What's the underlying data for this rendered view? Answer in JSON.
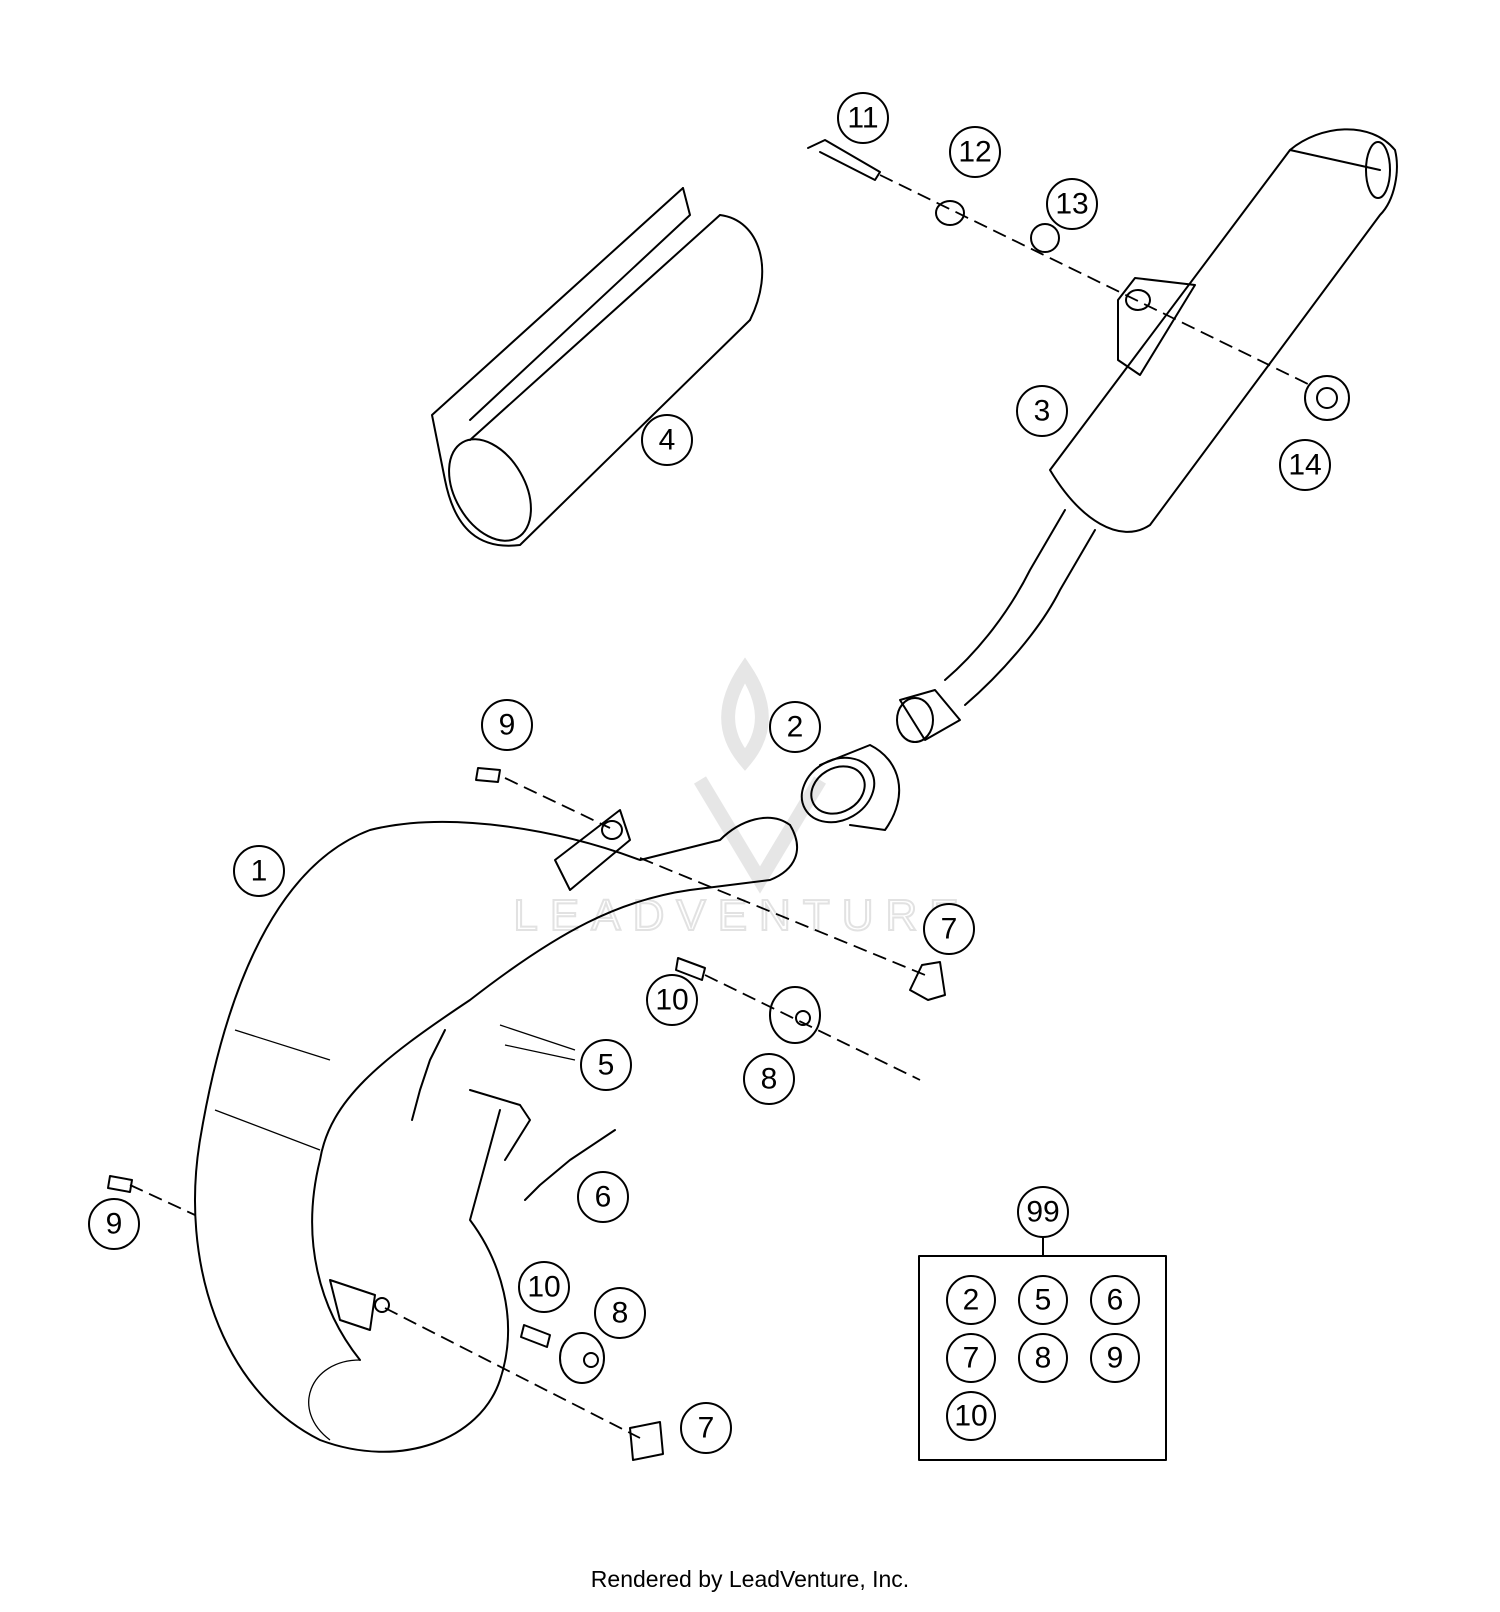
{
  "watermark": "LEADVENTURE",
  "footer": "Rendered by LeadVenture, Inc.",
  "callouts": [
    {
      "id": "c1",
      "label": "1"
    },
    {
      "id": "c2",
      "label": "2"
    },
    {
      "id": "c3",
      "label": "3"
    },
    {
      "id": "c4",
      "label": "4"
    },
    {
      "id": "c5",
      "label": "5"
    },
    {
      "id": "c6",
      "label": "6"
    },
    {
      "id": "c7a",
      "label": "7"
    },
    {
      "id": "c7b",
      "label": "7"
    },
    {
      "id": "c8a",
      "label": "8"
    },
    {
      "id": "c8b",
      "label": "8"
    },
    {
      "id": "c9a",
      "label": "9"
    },
    {
      "id": "c9b",
      "label": "9"
    },
    {
      "id": "c10a",
      "label": "10"
    },
    {
      "id": "c10b",
      "label": "10"
    },
    {
      "id": "c11",
      "label": "11"
    },
    {
      "id": "c12",
      "label": "12"
    },
    {
      "id": "c13",
      "label": "13"
    },
    {
      "id": "c14",
      "label": "14"
    }
  ],
  "kit": {
    "label": "99",
    "items": [
      "2",
      "5",
      "6",
      "7",
      "8",
      "9",
      "10"
    ]
  }
}
